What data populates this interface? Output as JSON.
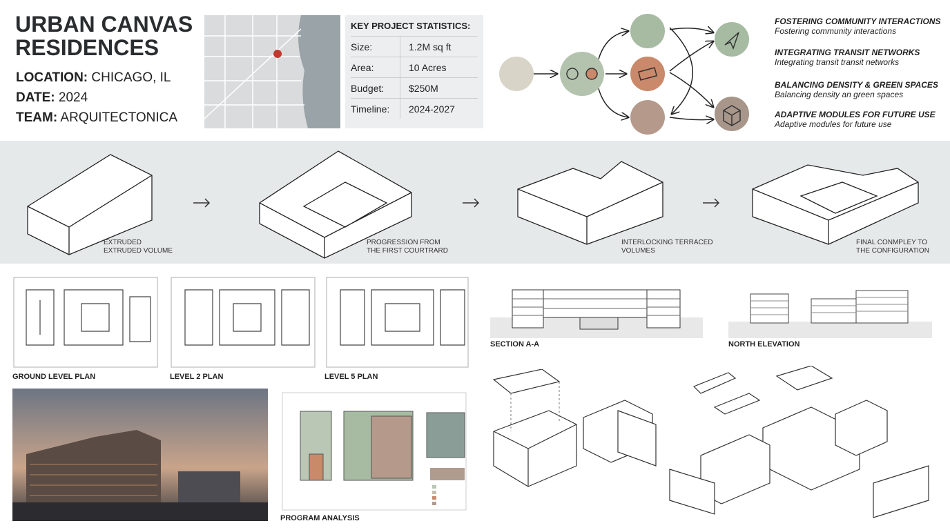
{
  "title": "URBAN CANVAS RESIDENCES",
  "meta": {
    "location_label": "LOCATION:",
    "location": "CHICAGO, IL",
    "date_label": "DATE:",
    "date": "2024",
    "team_label": "TEAM:",
    "team": "ARQUITECTONICA"
  },
  "stats": {
    "title": "KEY PROJECT STATISTICS:",
    "rows": [
      {
        "k": "Size:",
        "v": "1.2M sq ft"
      },
      {
        "k": "Area:",
        "v": "10 Acres"
      },
      {
        "k": "Budget:",
        "v": "$250M"
      },
      {
        "k": "Timeline:",
        "v": "2024-2027"
      }
    ]
  },
  "goals": [
    {
      "h": "FOSTERING COMMUNITY INTERACTIONS",
      "s": "Fostering community interactions"
    },
    {
      "h": "INTEGRATING TRANSIT NETWORKS",
      "s": "Integrating transit transit networks"
    },
    {
      "h": "BALANCING DENSITY & GREEN SPACES",
      "s": "Balancing density an green spaces"
    },
    {
      "h": "ADAPTIVE MODULES FOR FUTURE USE",
      "s": "Adaptive modules for future use"
    }
  ],
  "massing": [
    {
      "l1": "EXTRUDED",
      "l2": "EXTRUDED VOLUME"
    },
    {
      "l1": "PROGRESSION FROM",
      "l2": "THE FIRST COURTRARD"
    },
    {
      "l1": "INTERLOCKING TERRACED",
      "l2": "VOLUMES"
    },
    {
      "l1": "FINAL CONMPLEY TO",
      "l2": "THE CONFIGURATION"
    }
  ],
  "drawings": {
    "ground": "GROUND LEVEL PLAN",
    "level2": "LEVEL 2 PLAN",
    "level5": "LEVEL 5 PLAN",
    "section": "SECTION A-A",
    "elevation": "NORTH ELEVATION",
    "program": "PROGRAM ANALYSIS"
  },
  "colors": {
    "green": "#9fb59c",
    "orange": "#c98a6a",
    "brown": "#a89080",
    "sage": "#b9c7b4"
  }
}
